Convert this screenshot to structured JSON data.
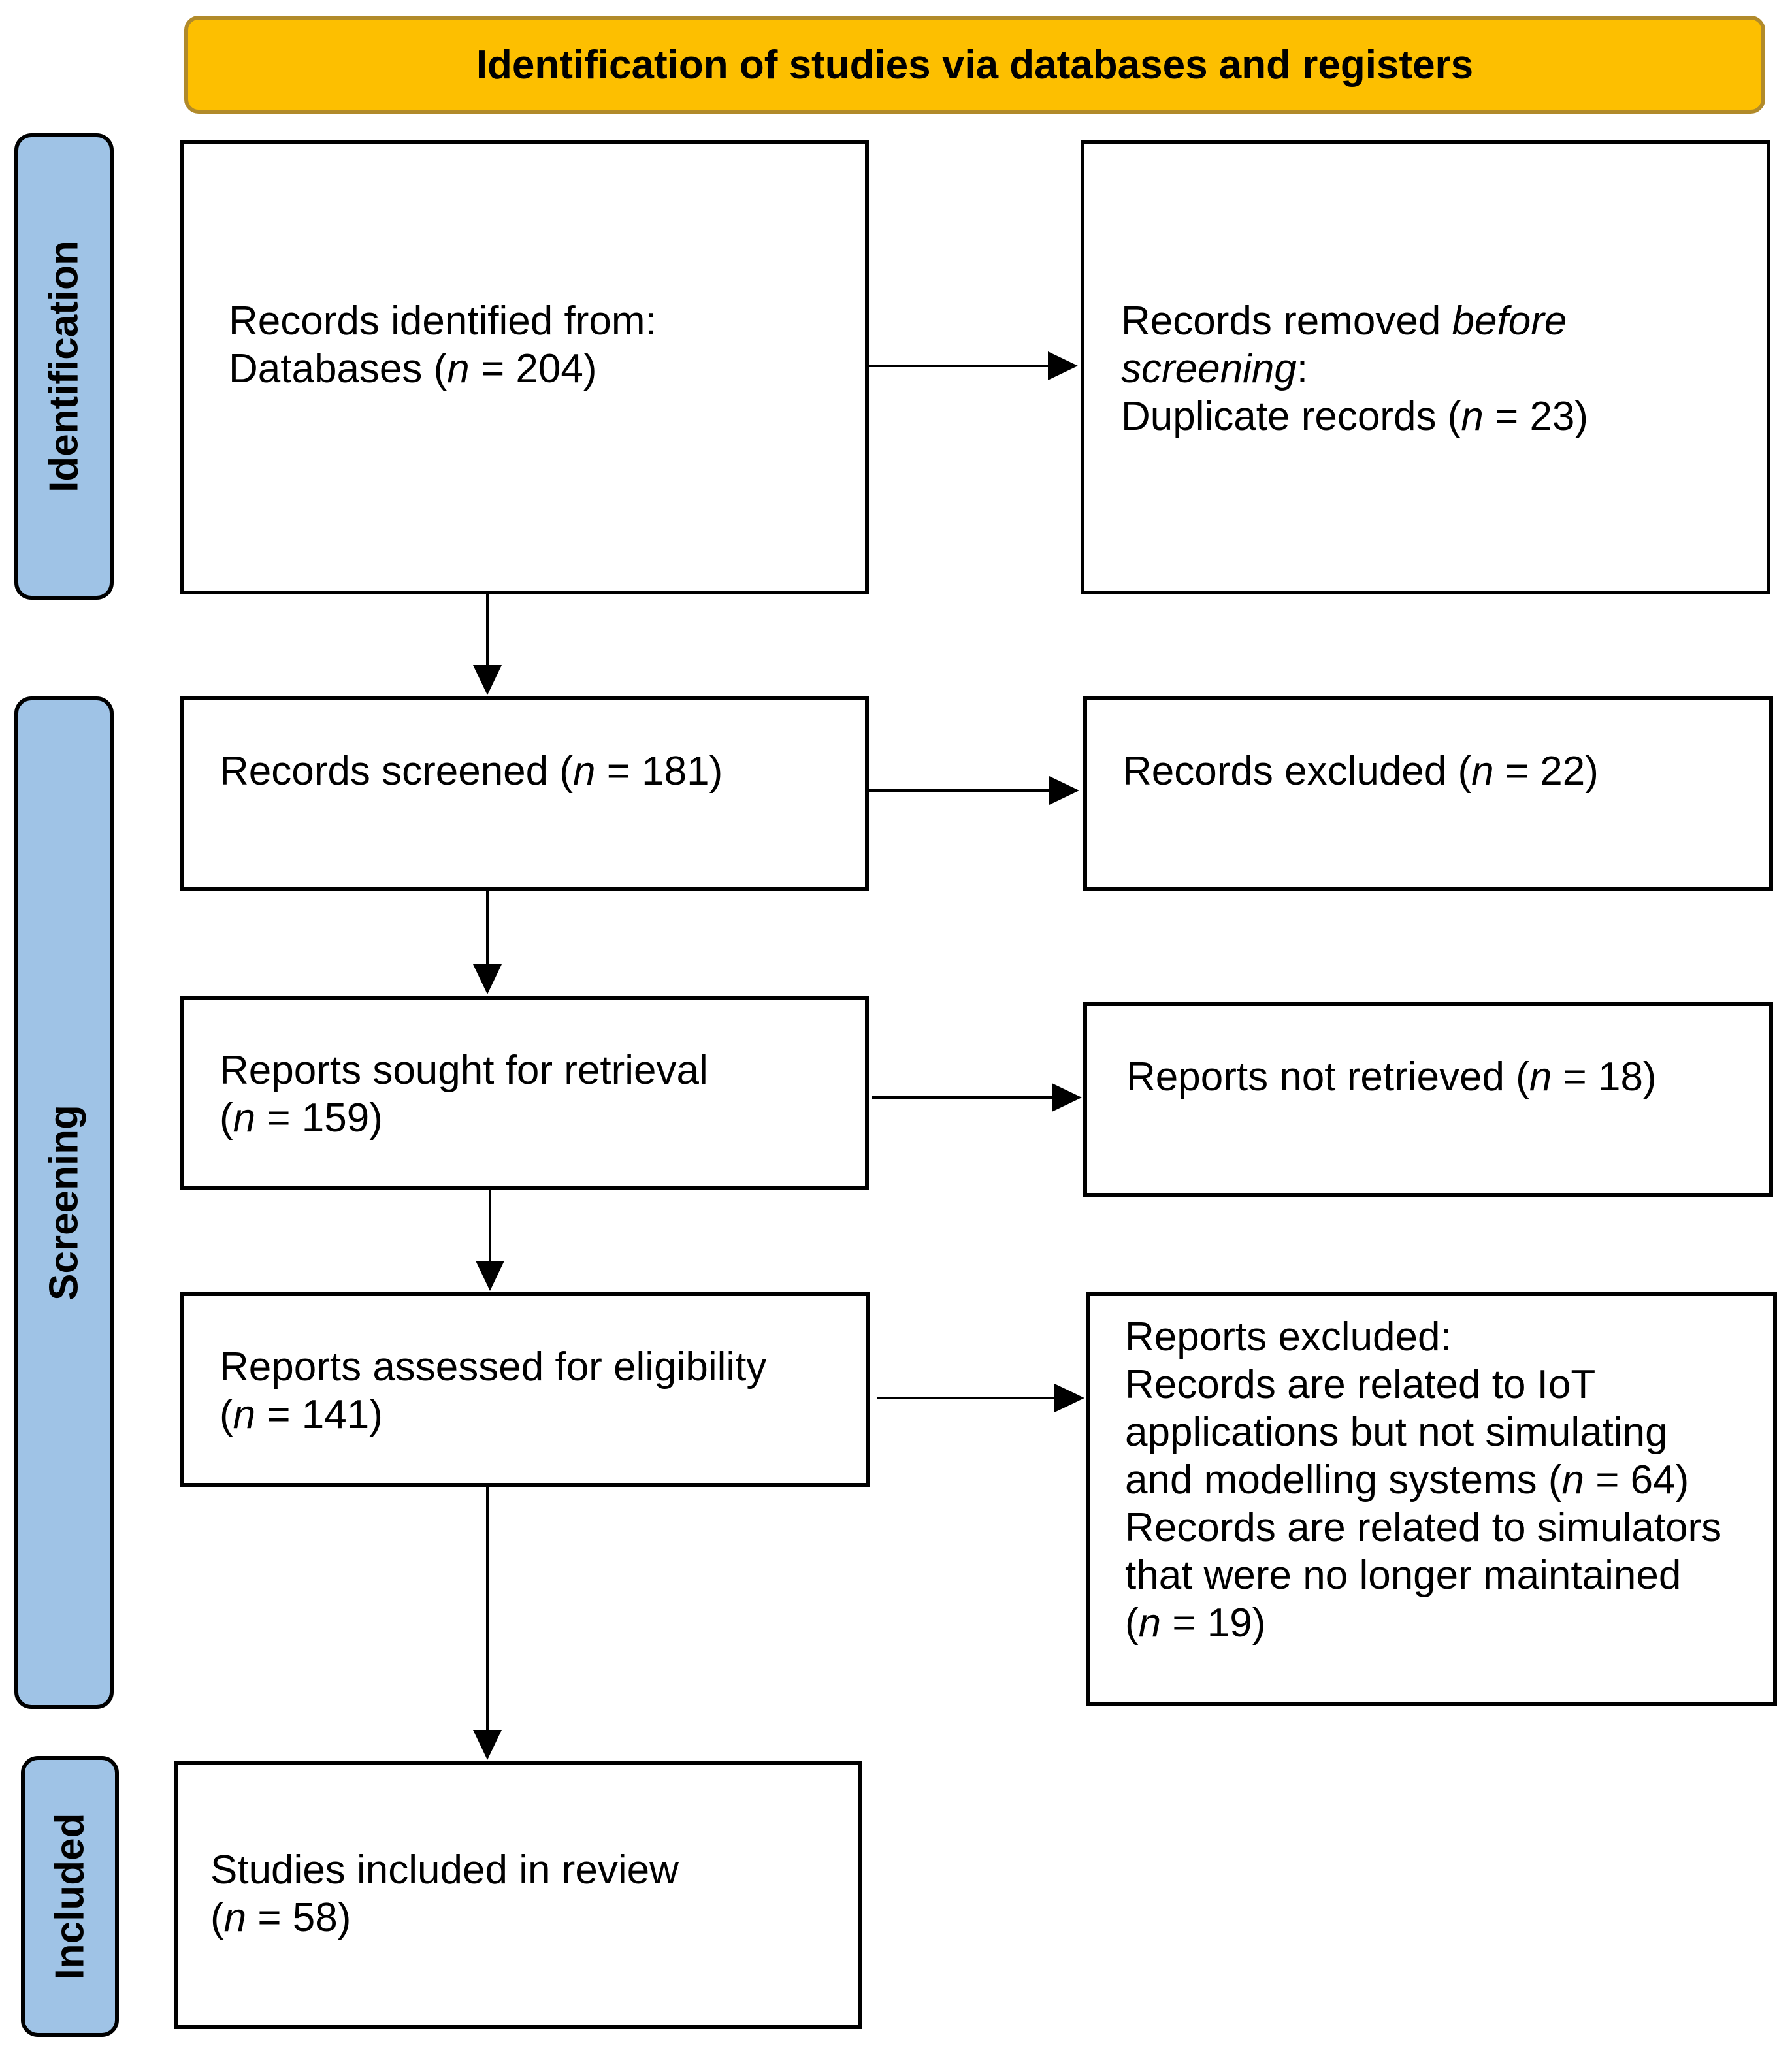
{
  "header": {
    "title": "Identification of studies via databases and registers"
  },
  "phases": {
    "identification": "Identification",
    "screening": "Screening",
    "included": "Included"
  },
  "boxes": {
    "identified": {
      "line1": "Records identified from:",
      "line2_pre": "Databases (",
      "n_label": "n",
      "line2_post": " = 204)"
    },
    "removed": {
      "line1_pre": "Records removed ",
      "line1_em": "before",
      "line2_em": "screening",
      "line2_post": ":",
      "line3_pre": "Duplicate records (",
      "n_label": "n",
      "line3_post": " = 23)"
    },
    "screened": {
      "pre": "Records screened (",
      "n_label": "n",
      "post": " = 181)"
    },
    "excluded": {
      "pre": "Records excluded (",
      "n_label": "n",
      "post": " = 22)"
    },
    "sought": {
      "line1": "Reports sought for retrieval",
      "line2_pre": "(",
      "n_label": "n",
      "line2_post": " = 159)"
    },
    "not_retrieved": {
      "pre": "Reports not retrieved (",
      "n_label": "n",
      "post": " = 18)"
    },
    "assessed": {
      "line1": "Reports assessed for eligibility",
      "line2_pre": "(",
      "n_label": "n",
      "line2_post": " = 141)"
    },
    "reports_excluded": {
      "line1": "Reports excluded:",
      "line2": "Records are related to IoT",
      "line3": "applications but not simulating",
      "line4_pre": "and modelling systems (",
      "n_label": "n",
      "line4_post": " = 64)",
      "line5": "Records are related to simulators",
      "line6": "that were no longer maintained",
      "line7_pre": "(",
      "line7_post": " = 19)"
    },
    "included": {
      "line1": "Studies included in review",
      "line2_pre": "(",
      "n_label": "n",
      "line2_post": " = 58)"
    }
  },
  "colors": {
    "header_fill": "#fdbf00",
    "header_border": "#b18a2a",
    "phase_fill": "#9fc3e6"
  }
}
